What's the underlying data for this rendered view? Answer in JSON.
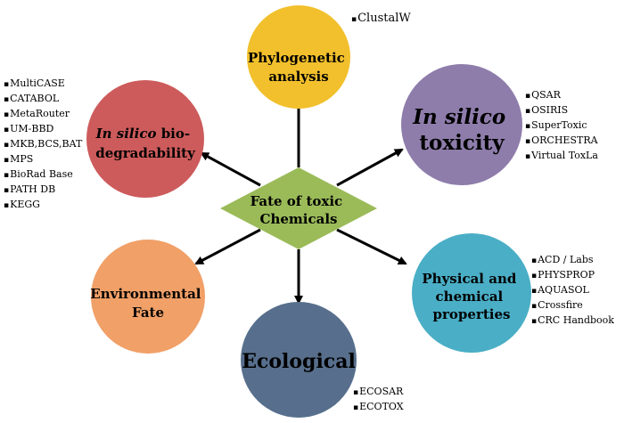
{
  "center": {
    "line1": "Fate of  toxic",
    "line2": "Chemicals",
    "color": "#9bbb59"
  },
  "nodes": [
    {
      "id": "phylogenetic",
      "italic": "",
      "line1": "Phylogenetic",
      "line2": "analysis",
      "color": "#f2c02c",
      "tools": [
        "ClustalW"
      ]
    },
    {
      "id": "toxicity",
      "italic": "In silico",
      "line1": "",
      "line2": "toxicity",
      "color": "#8e7dab",
      "tools": [
        "QSAR",
        "OSIRIS",
        "SuperToxic",
        "ORCHESTRA",
        "Virtual ToxLa"
      ]
    },
    {
      "id": "physical",
      "italic": "",
      "line1": "Physical and",
      "line2": "chemical",
      "line3": "properties",
      "color": "#4aaec6",
      "tools": [
        "ACD / Labs",
        "PHYSPROP",
        "AQUASOL",
        "Crossfire",
        "CRC Handbook"
      ]
    },
    {
      "id": "ecological",
      "italic": "",
      "line1": "Ecological",
      "color": "#576f8c",
      "tools": [
        "ECOSAR",
        "ECOTOX"
      ]
    },
    {
      "id": "environmental",
      "italic": "",
      "line1": "Environmental",
      "line2": "Fate",
      "color": "#f1a068",
      "tools": []
    },
    {
      "id": "biodegradability",
      "italic": "In silico",
      "line1": " bio-",
      "line2": "degradability",
      "color": "#cd5b5c",
      "tools": [
        "MultiCASE",
        "CATABOL",
        "MetaRouter",
        "UM-BBD",
        "MKB,BCS,BAT",
        "MPS",
        "BioRad Base",
        "PATH DB",
        "KEGG"
      ]
    }
  ]
}
